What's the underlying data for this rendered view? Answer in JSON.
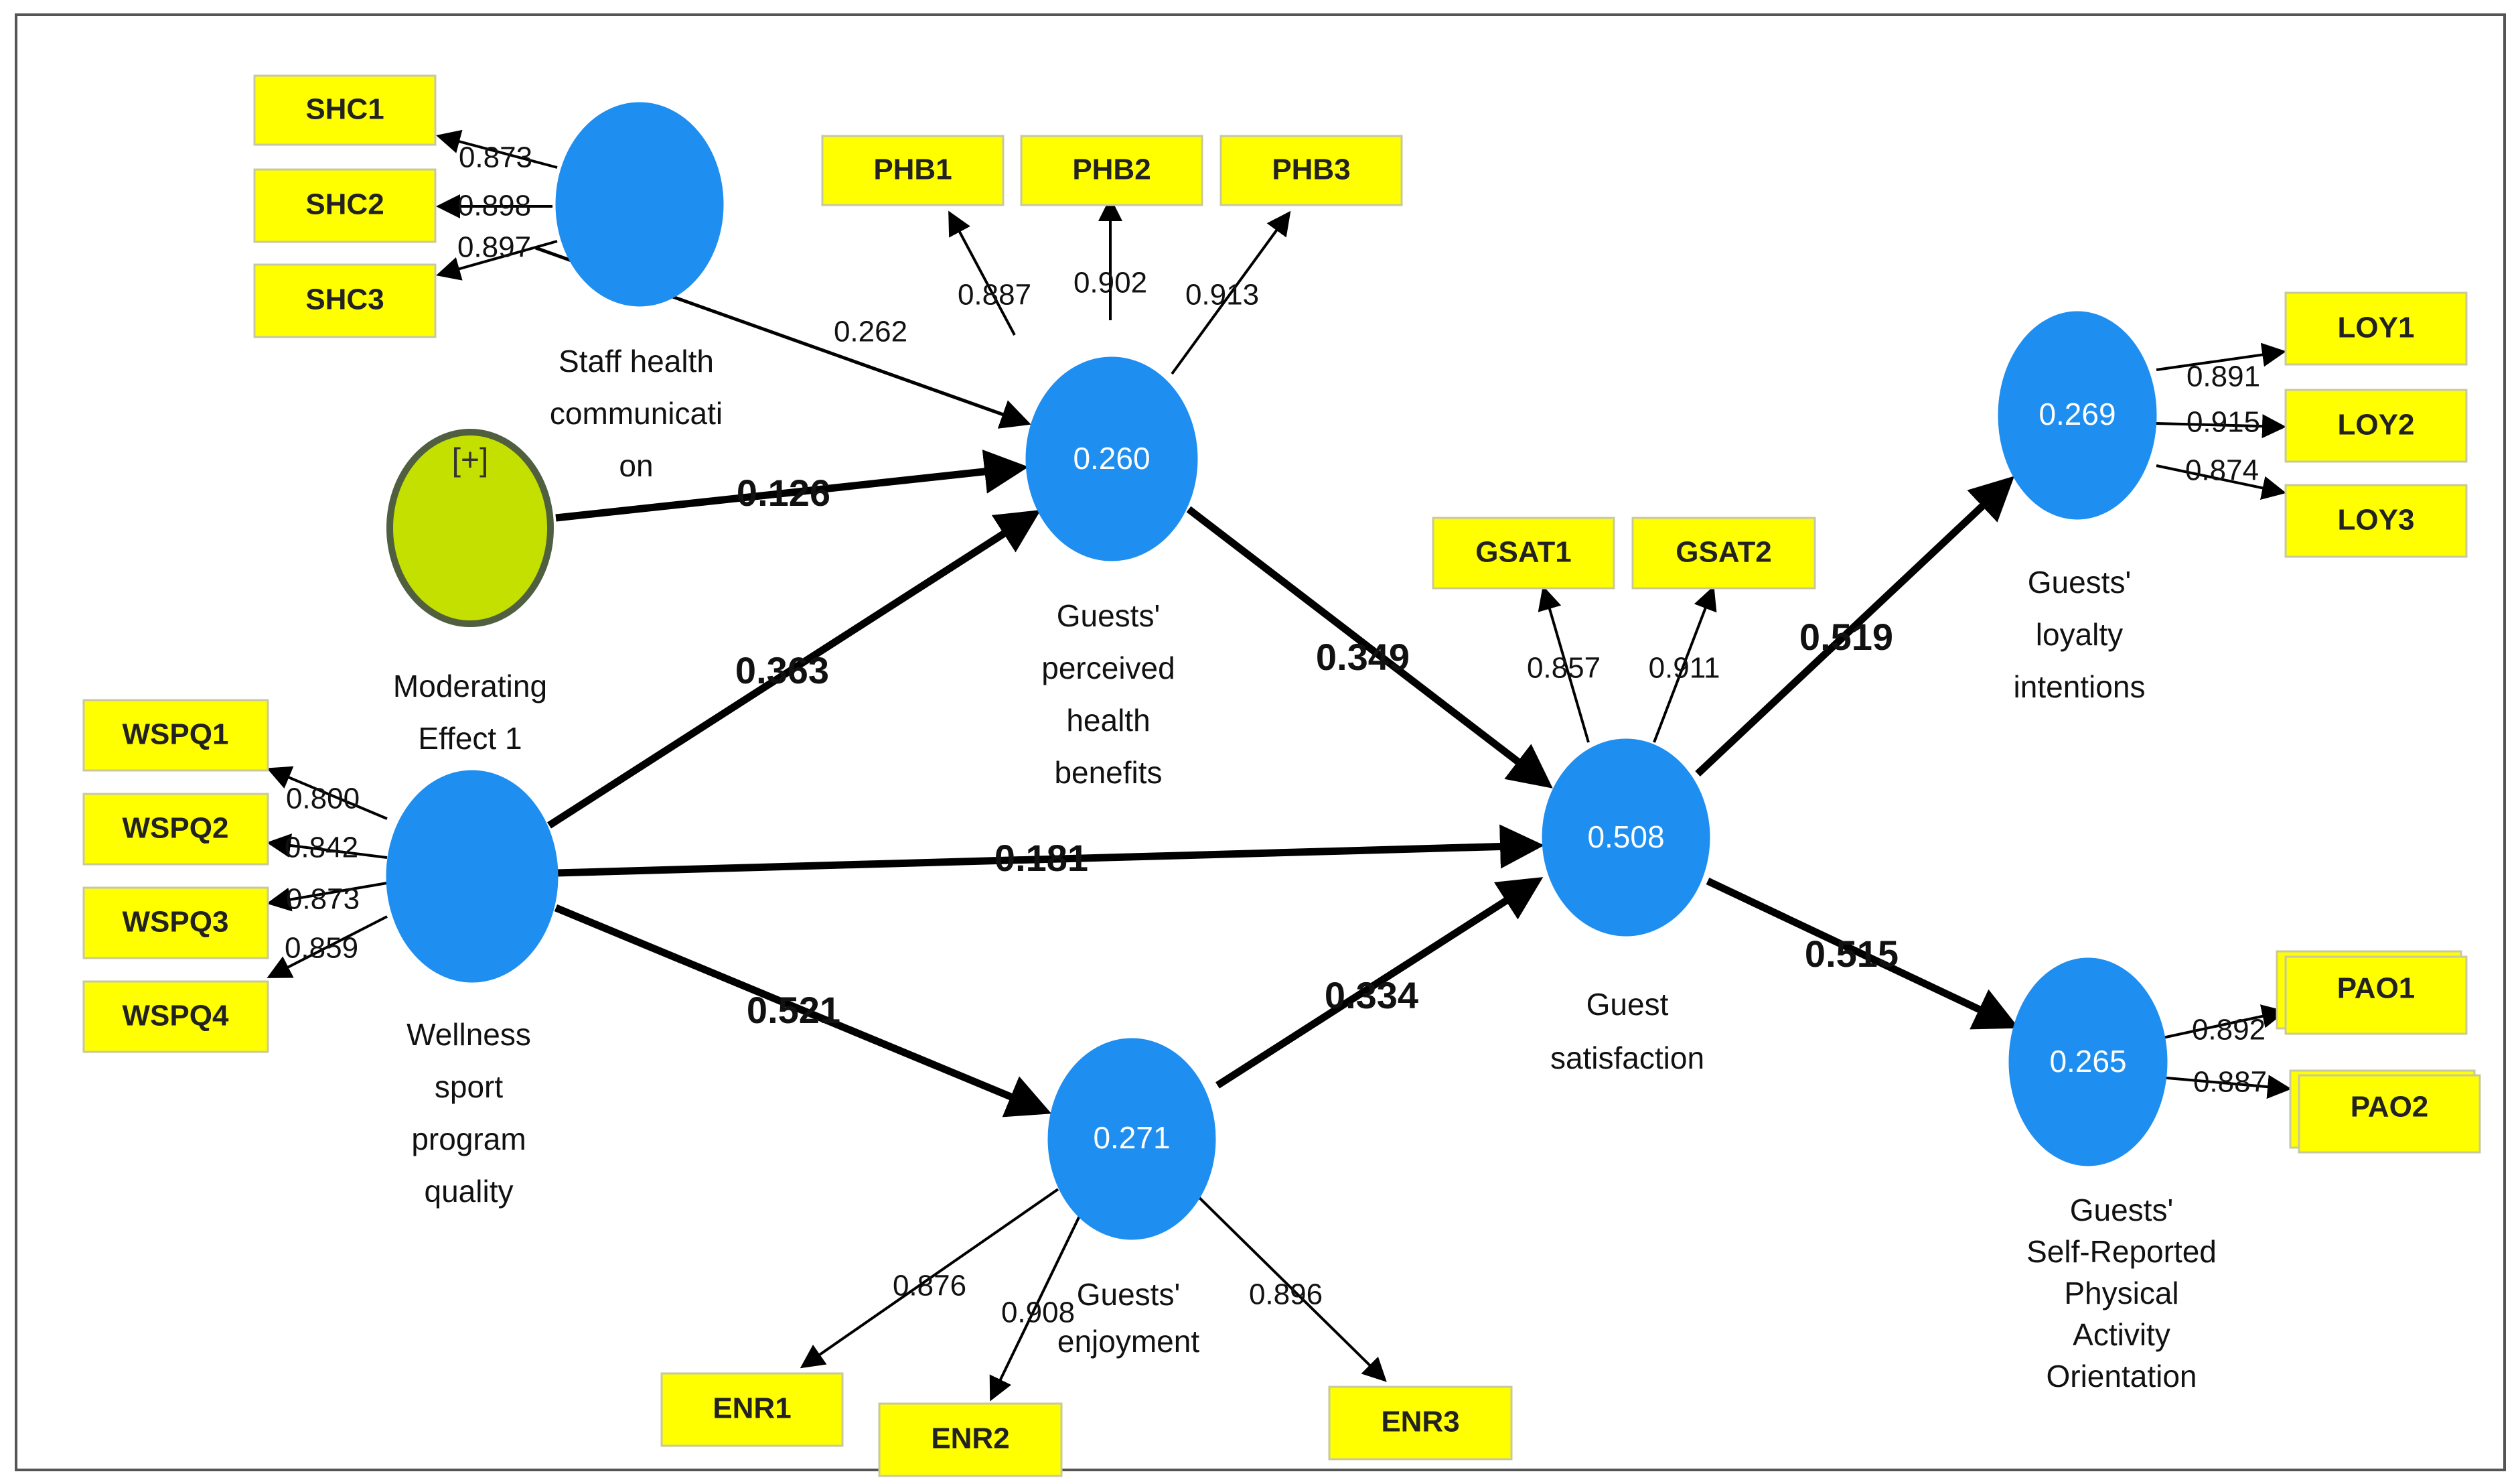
{
  "constructs": {
    "shc": {
      "label_lines": [
        "Staff health",
        "communicati",
        "on"
      ]
    },
    "mod": {
      "symbol": "[+]",
      "label_lines": [
        "Moderating",
        "Effect 1"
      ]
    },
    "wspq": {
      "label_lines": [
        "Wellness",
        "sport",
        "program",
        "quality"
      ]
    },
    "phb": {
      "r2": "0.260",
      "label_lines": [
        "Guests'",
        "perceived",
        "health",
        "benefits"
      ]
    },
    "enj": {
      "r2": "0.271",
      "label_lines": [
        "Guests'",
        "enjoyment"
      ]
    },
    "gsat": {
      "r2": "0.508",
      "label_lines": [
        "Guest",
        "satisfaction"
      ]
    },
    "loy": {
      "r2": "0.269",
      "label_lines": [
        "Guests'",
        "loyalty",
        "intentions"
      ]
    },
    "pao": {
      "r2": "0.265",
      "label_lines": [
        "Guests'",
        "Self-Reported",
        "Physical",
        "Activity",
        "Orientation"
      ]
    }
  },
  "indicators": {
    "shc1": "SHC1",
    "shc2": "SHC2",
    "shc3": "SHC3",
    "phb1": "PHB1",
    "phb2": "PHB2",
    "phb3": "PHB3",
    "wspq1": "WSPQ1",
    "wspq2": "WSPQ2",
    "wspq3": "WSPQ3",
    "wspq4": "WSPQ4",
    "gsat1": "GSAT1",
    "gsat2": "GSAT2",
    "loy1": "LOY1",
    "loy2": "LOY2",
    "loy3": "LOY3",
    "pao1": "PAO1",
    "pao2": "PAO2",
    "enr1": "ENR1",
    "enr2": "ENR2",
    "enr3": "ENR3"
  },
  "loadings": {
    "shc1": "0.873",
    "shc2": "0.898",
    "shc3": "0.897",
    "phb1": "0.887",
    "phb2": "0.902",
    "phb3": "0.913",
    "wspq1": "0.800",
    "wspq2": "0.842",
    "wspq3": "0.873",
    "wspq4": "0.859",
    "gsat1": "0.857",
    "gsat2": "0.911",
    "loy1": "0.891",
    "loy2": "0.915",
    "loy3": "0.874",
    "pao1": "0.892",
    "pao2": "0.887",
    "enr1": "0.876",
    "enr2": "0.908",
    "enr3": "0.896"
  },
  "paths": {
    "shc_phb": "0.262",
    "mod_phb": "0.126",
    "wspq_phb": "0.363",
    "wspq_gsat": "0.181",
    "wspq_enj": "0.521",
    "phb_gsat": "0.349",
    "enj_gsat": "0.334",
    "gsat_loy": "0.519",
    "gsat_pao": "0.515"
  },
  "colors": {
    "latent": "#1e8ef0",
    "indicator": "#ffff00",
    "moderator": "#c4e000"
  }
}
